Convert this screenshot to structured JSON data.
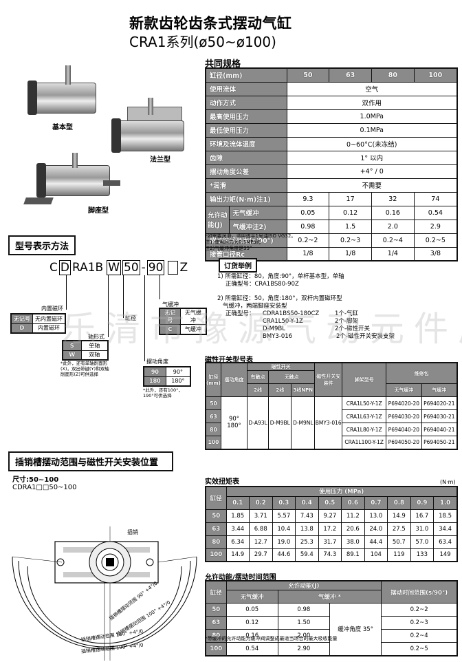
{
  "title": {
    "line1": "新款齿轮齿条式摆动气缸",
    "line2": "CRA1系列(ø50~ø100)"
  },
  "product_images": [
    {
      "label": "基本型"
    },
    {
      "label": "法兰型"
    },
    {
      "label": "脚座型"
    }
  ],
  "common_specs": {
    "heading": "共同规格",
    "header": [
      "缸径(mm)",
      "50",
      "63",
      "80",
      "100"
    ],
    "rows_span": [
      {
        "label": "使用流体",
        "value": "空气"
      },
      {
        "label": "动作方式",
        "value": "双作用"
      },
      {
        "label": "最高使用压力",
        "value": "1.0MPa"
      },
      {
        "label": "最低使用压力",
        "value": "0.1MPa"
      },
      {
        "label": "环境及流体温度",
        "value": "0~60°C(未冻结)"
      },
      {
        "label": "齿隙",
        "value": "1° 以内"
      },
      {
        "label": "摆动角度公差",
        "value": "+4° / 0"
      },
      {
        "label": "*润滑",
        "value": "不需要"
      }
    ],
    "torque": {
      "label": "输出力矩(N·m)注1)",
      "values": [
        "9.3",
        "17",
        "32",
        "74"
      ]
    },
    "energy": {
      "label": "允许动能(J)",
      "no_cushion": {
        "label": "无气缓冲",
        "values": [
          "0.05",
          "0.12",
          "0.16",
          "0.54"
        ]
      },
      "cushion": {
        "label": "气缓冲注2)",
        "values": [
          "0.98",
          "1.5",
          "2.0",
          "2.9"
        ]
      }
    },
    "swing_time": {
      "label": "摆动时间范围(s/90°)",
      "values": [
        "0.2~2",
        "0.2~3",
        "0.2~4",
        "0.2~5"
      ]
    },
    "port": {
      "label": "接管口径Rc",
      "values": [
        "1/8",
        "1/8",
        "1/4",
        "3/8"
      ]
    },
    "notes": [
      "*如需要润滑，请用透平1号油ISO VG32。",
      "注1)使用压力为0.5MPa时",
      "注2)气缓冲角度是35°"
    ]
  },
  "model_code": {
    "heading": "型号表示方法",
    "code_parts": [
      "C",
      "D",
      "RA1B",
      "W",
      "50",
      "-",
      "90",
      "",
      "Z"
    ],
    "magnet": {
      "label": "内置磁环",
      "rows": [
        [
          "无记号",
          "无内置磁环"
        ],
        [
          "D",
          "内置磁环"
        ]
      ]
    },
    "shaft": {
      "label": "轴形式",
      "rows": [
        [
          "S",
          "单轴"
        ],
        [
          "W",
          "双轴"
        ]
      ],
      "note": "*此外，还有单轴削面形(X)，双出带键(Y)和双轴削面形(Z)可供选择"
    },
    "bore": {
      "label": "缸径"
    },
    "angle": {
      "label": "摆动角度",
      "rows": [
        [
          "90",
          "90°"
        ],
        [
          "180",
          "180°"
        ]
      ],
      "note": "*此外，还有100°，190°可供选择"
    },
    "cushion": {
      "label": "气缓冲",
      "rows": [
        [
          "无记号",
          "无气缓冲"
        ],
        [
          "C",
          "气缓冲"
        ]
      ]
    }
  },
  "order_example": {
    "heading": "订货举例",
    "ex1": {
      "line1": "1) 所需缸径：80，角度:90°，单杆基本型，单轴",
      "line2": "正确型号：CRA1BS80-90Z"
    },
    "ex2": {
      "line1": "2) 所需缸径：50，角度:180°，双杆内置磁环型",
      "line2": "气缓冲，两端脚座安装型",
      "prefix": "正确型号：",
      "items": [
        {
          "model": "CDRA1BS50-180CZ",
          "qty": "1个-气缸"
        },
        {
          "model": "CRA1L50-Y-1Z",
          "qty": "2个-脚架"
        },
        {
          "model": "D-M9BL",
          "qty": "2个-磁性开关"
        },
        {
          "model": "BMY3-016",
          "qty": "2个-磁性开关安装支架"
        }
      ]
    }
  },
  "switch_table": {
    "heading": "磁性开关型号表",
    "headers": {
      "bore": "缸径(mm)",
      "angle": "摆动角度",
      "switch": "磁性开关",
      "contact": "有触点",
      "noncontact": "无触点",
      "w2a": "2线",
      "w2b": "2线",
      "w3": "3线NPN",
      "bracket": "磁性开关安装件",
      "foot": "脚架型号",
      "repair": "维修包",
      "rep_no": "无气缓冲",
      "rep_c": "气缓冲"
    },
    "angles": "90° 180°",
    "sw1": "D-A93L",
    "sw2": "D-M9BL",
    "sw3": "D-M9NL",
    "bracket": "BMY3-016",
    "rows": [
      {
        "bore": "50",
        "foot": "CRA1L50-Y-1Z",
        "rep_no": "P694020-20",
        "rep_c": "P694020-21"
      },
      {
        "bore": "63",
        "foot": "CRA1L63-Y-1Z",
        "rep_no": "P694030-20",
        "rep_c": "P694030-21"
      },
      {
        "bore": "80",
        "foot": "CRA1L80-Y-1Z",
        "rep_no": "P694040-20",
        "rep_c": "P694040-21"
      },
      {
        "bore": "100",
        "foot": "CRA1L100-Y-1Z",
        "rep_no": "P694050-20",
        "rep_c": "P694050-21"
      }
    ]
  },
  "pin_section": {
    "heading": "插销槽摆动范围与磁性开关安装位置",
    "size": "尺寸:50~100",
    "model": "CDRA1□□50~100",
    "pin_label": "插销",
    "arcs": [
      "插销槽摆动范围 90° +4°/0",
      "插销槽摆动范围 100° +4°/0",
      "插销槽摆动范围 180° +4°/0",
      "插销槽摆动范围 190° +4°/0"
    ]
  },
  "torque_table": {
    "heading": "实效扭矩表",
    "unit": "(N·m)",
    "bore_label": "缸径",
    "pressure_label": "使用压力 (MPa)",
    "pressures": [
      "0.1",
      "0.2",
      "0.3",
      "0.4",
      "0.5",
      "0.6",
      "0.7",
      "0.8",
      "0.9",
      "1.0"
    ],
    "rows": [
      {
        "bore": "50",
        "values": [
          "1.85",
          "3.71",
          "5.57",
          "7.43",
          "9.27",
          "11.2",
          "13.0",
          "14.9",
          "16.7",
          "18.5"
        ]
      },
      {
        "bore": "63",
        "values": [
          "3.44",
          "6.88",
          "10.4",
          "13.8",
          "17.2",
          "20.6",
          "24.0",
          "27.5",
          "31.0",
          "34.4"
        ]
      },
      {
        "bore": "80",
        "values": [
          "6.34",
          "12.7",
          "19.0",
          "25.3",
          "31.7",
          "38.0",
          "44.4",
          "50.7",
          "57.0",
          "63.4"
        ]
      },
      {
        "bore": "100",
        "values": [
          "14.9",
          "29.7",
          "44.6",
          "59.4",
          "74.3",
          "89.1",
          "104",
          "119",
          "133",
          "149"
        ]
      }
    ]
  },
  "energy_table": {
    "heading": "允许动能/摆动时间范围",
    "bore_label": "缸径",
    "energy_label": "允许动能(J)",
    "no_cushion": "无气缓冲",
    "cushion": "气缓冲 *",
    "time_label": "摆动时间范围(s/90°)",
    "cushion_angle": "缓冲角度 35°",
    "rows": [
      {
        "bore": "50",
        "no": "0.05",
        "c": "0.98",
        "t": "0.2~2"
      },
      {
        "bore": "63",
        "no": "0.12",
        "c": "1.50",
        "t": "0.2~3"
      },
      {
        "bore": "80",
        "no": "0.16",
        "c": "2.00",
        "t": "0.2~4"
      },
      {
        "bore": "100",
        "no": "0.54",
        "c": "2.90",
        "t": "0.2~5"
      }
    ],
    "note": "*带缓冲的允许动能为缓冲阀调整成最适当场合的最大吸收能量"
  },
  "watermark": "乐清市豫源气动元件厂"
}
